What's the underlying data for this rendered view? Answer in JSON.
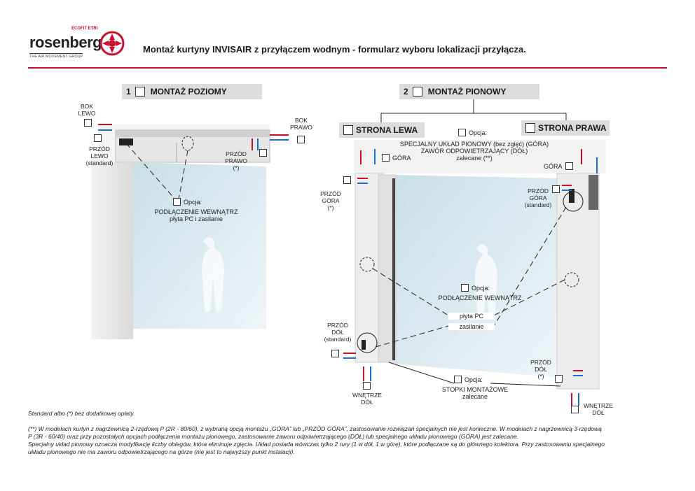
{
  "header": {
    "brand_name": "rosenberg",
    "brand_tag": "THE AIR MOVEMENT GROUP",
    "brand_logo_small": "ECOFIT ETRI",
    "title": "Montaż kurtyny INVISAIR z przyłączem wodnym - formularz wyboru lokalizacji przyłącza.",
    "accent_color": "#c8102e"
  },
  "section1": {
    "number": "1",
    "title": "MONTAŻ POZIOMY",
    "bok_lewo": [
      "BOK",
      "LEWO"
    ],
    "bok_prawo": [
      "BOK",
      "PRAWO"
    ],
    "przod_lewo": [
      "PRZÓD",
      "LEWO",
      "(standard)"
    ],
    "przod_prawo": [
      "PRZÓD",
      "PRAWO",
      "(*)"
    ],
    "opcja": "Opcja:",
    "opcja_text": [
      "PODŁĄCZENIE WEWNĄTRZ",
      "płyta PC i zasilanie"
    ]
  },
  "section2": {
    "number": "2",
    "title": "MONTAŻ PIONOWY",
    "strona_lewa": "STRONA LEWA",
    "strona_prawa": "STRONA PRAWA",
    "opcja_top": "Opcja:",
    "opcja_top_text": [
      "SPECJALNY UKŁAD PIONOWY (bez zgięć) (GÓRA)",
      "ZAWÓR ODPOWIETRZAJĄCY (DÓŁ)",
      "zalecane (**)"
    ],
    "gora_left": "GÓRA",
    "gora_right": "GÓRA",
    "przod_gora_left": [
      "PRZÓD",
      "GÓRA",
      "(*)"
    ],
    "przod_gora_right": [
      "PRZÓD",
      "GÓRA",
      "(standard)"
    ],
    "opcja_mid": "Opcja:",
    "opcja_mid_text": "PODŁĄCZENIE WEWNĄTRZ",
    "plyta_pc": "płyta PC",
    "zasilanie": "zasilanie",
    "przod_dol_left": [
      "PRZÓD",
      "DÓŁ",
      "(standard)"
    ],
    "przod_dol_right": [
      "PRZÓD",
      "DÓŁ",
      "(*)"
    ],
    "opcja_bottom": "Opcja:",
    "opcja_bottom_text": [
      "STOPKI MONTAŻOWE",
      "zalecane"
    ],
    "wnetrze_dol_left": [
      "WNĘTRZE",
      "DÓŁ"
    ],
    "wnetrze_dol_right": [
      "WNĘTRZE",
      "DÓŁ"
    ]
  },
  "notes": {
    "line1": "Standard albo (*) bez dodatkowej opłaty.",
    "line2": "(**) W modelach kurtyn z nagrzewnicą 2-rzędową P (2R - 80/60), z wybraną opcją montażu „GÓRA” lub „PRZÓD GÓRA”, zastosowanie rozwiązań specjalnych nie jest konieczne. W modelach z nagrzewnicą 3-rzędową",
    "line3": "P (3R - 60/40) oraz przy pozostałych opcjach podłączenia montażu pionowego, zastosowanie zaworu odpowietrzającego (DÓŁ) lub specjalnego układu pionowego (GÓRA) jest zalecane.",
    "line4": "Specjalny układ pionowy oznacza modyfikację liczby obiegów, która eliminuje zgięcia. Układ posiada wówczas tylko 2 rury (1 w dół, 1 w górę), które podłączane są do głównego kolektora. Przy zastosowaniu specjalnego",
    "line5": "układu pionowego nie ma zaworu odpowietrzającego na górze (nie jest to najwyższy punkt instalacji)."
  }
}
